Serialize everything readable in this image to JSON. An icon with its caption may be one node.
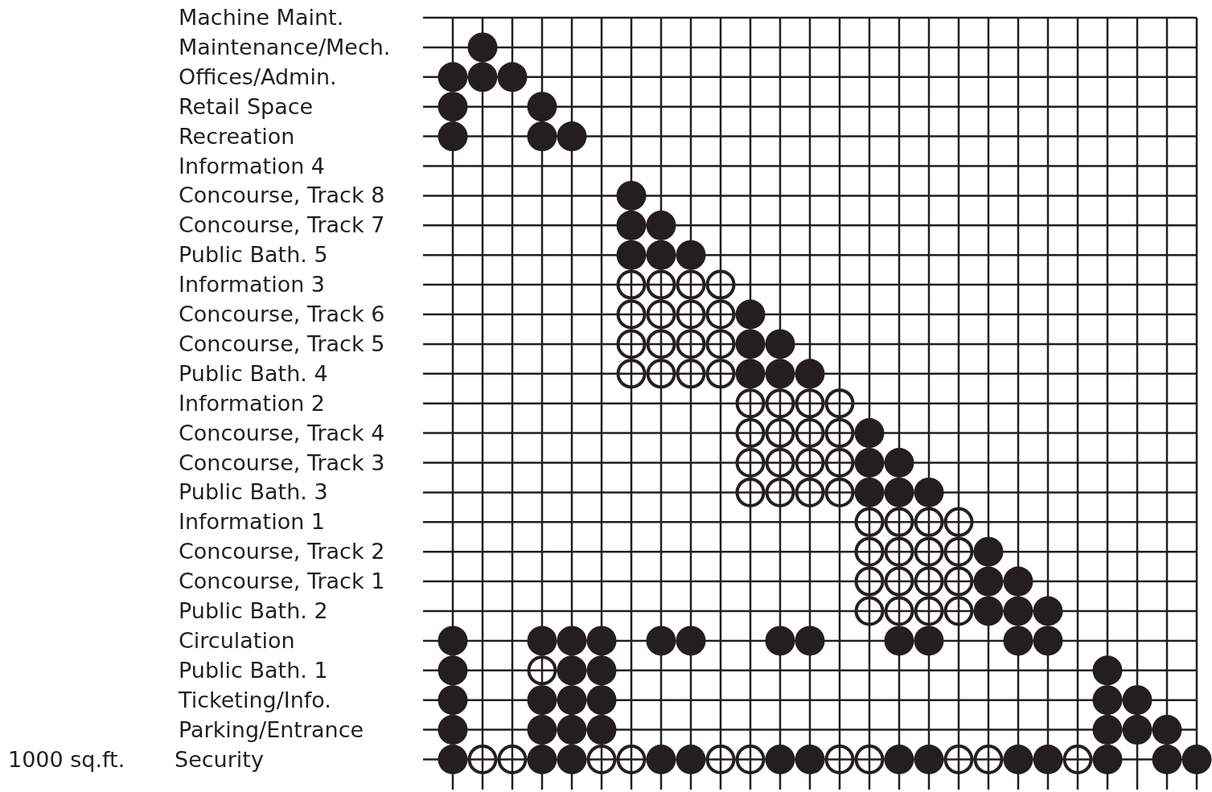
{
  "diagram": {
    "labels": [
      "Machine Maint.",
      "Maintenance/Mech.",
      "Offices/Admin.",
      "Retail Space",
      "Recreation",
      "Information 4",
      "Concourse, Track 8",
      "Concourse, Track 7",
      "Public Bath. 5",
      "Information 3",
      "Concourse, Track 6",
      "Concourse, Track 5",
      "Public Bath. 4",
      "Information 2",
      "Concourse, Track 4",
      "Concourse, Track 3",
      "Public Bath. 3",
      "Information 1",
      "Concourse, Track 2",
      "Concourse, Track 1",
      "Public Bath. 2",
      "Circulation",
      "Public Bath. 1",
      "Ticketing/Info.",
      "Parking/Entrance",
      "1000 sq.ft.",
      "Security"
    ]
  }
}
